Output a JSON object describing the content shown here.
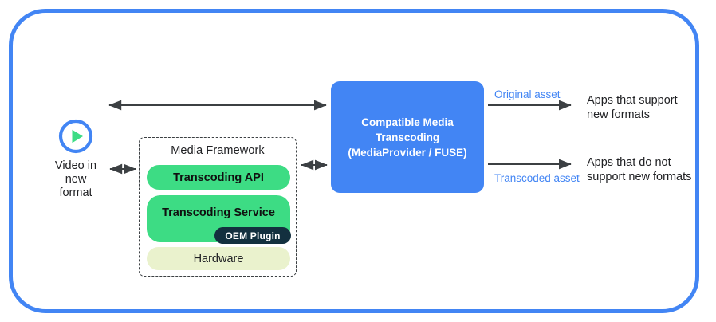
{
  "frame": {
    "border_color": "#4285f4"
  },
  "video_source": {
    "icon": "play-circle-icon",
    "icon_ring_color": "#4285f4",
    "icon_triangle_color": "#3ddc84",
    "label": "Video in\nnew\nformat"
  },
  "media_framework": {
    "title": "Media Framework",
    "items": [
      {
        "label": "Transcoding API",
        "color": "#3ddc84"
      },
      {
        "label": "Transcoding Service",
        "color": "#3ddc84"
      },
      {
        "label": "Hardware",
        "color": "#eaf2cd"
      }
    ],
    "badge": {
      "label": "OEM Plugin",
      "color": "#13303f"
    }
  },
  "cmt_box": {
    "label": "Compatible Media\nTranscoding\n(MediaProvider / FUSE)",
    "color": "#4285f4"
  },
  "assets": {
    "original": "Original asset",
    "transcoded": "Transcoded asset",
    "label_color": "#4285f4"
  },
  "consumers": {
    "supported": "Apps that support\nnew formats",
    "unsupported": "Apps that do not\nsupport new formats"
  },
  "arrows": {
    "color": "#3c4043",
    "items": [
      {
        "name": "video-to-cmt-arrow",
        "direction": "bidirectional"
      },
      {
        "name": "video-to-framework-arrow",
        "direction": "bidirectional"
      },
      {
        "name": "framework-to-cmt-arrow",
        "direction": "bidirectional"
      },
      {
        "name": "original-asset-arrow",
        "direction": "right"
      },
      {
        "name": "transcoded-asset-arrow",
        "direction": "right"
      }
    ]
  }
}
